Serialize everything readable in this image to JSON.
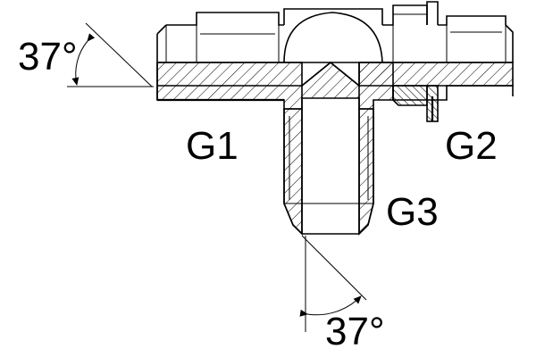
{
  "labels": {
    "angle_top": "37°",
    "angle_bottom": "37°",
    "port_1": "G1",
    "port_2": "G2",
    "port_3": "G3"
  }
}
